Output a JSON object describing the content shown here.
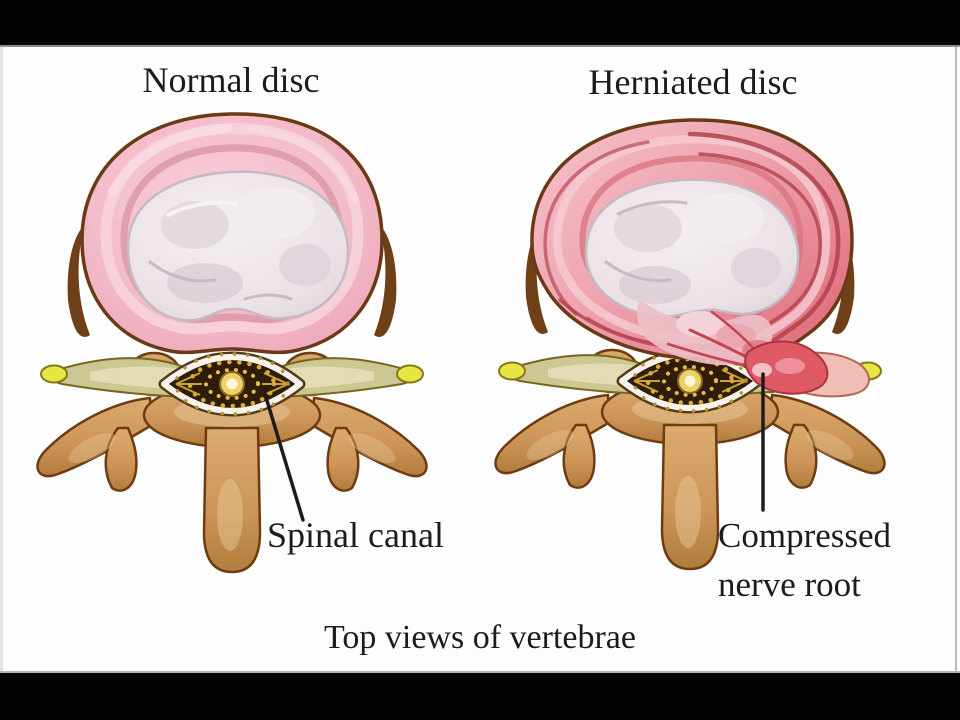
{
  "figure": {
    "left_panel": {
      "title": "Normal disc",
      "annotation": "Spinal canal"
    },
    "right_panel": {
      "title": "Herniated disc",
      "annotation_line1": "Compressed",
      "annotation_line2": "nerve root"
    },
    "caption": "Top views of vertebrae"
  },
  "palette": {
    "background": "#fdfdfd",
    "letterbox": "#020202",
    "text": "#1c1c1c",
    "disc_pink": "#f2bcc8",
    "disc_red": "#e06b76",
    "annulus_streak_red": "#b2414d",
    "nucleus_gray": "#ece4e8",
    "bone_tan": "#d0a068",
    "bone_outline": "#6e3c12",
    "transverse_process_olive": "#cdc793",
    "process_tip_yellow": "#e9e545",
    "spinal_canal_dark": "#2f1d0a",
    "nerve_gold": "#d9ab3a",
    "nerve_root_pink": "#f1beb6",
    "herniation_red": "#e05a66"
  }
}
